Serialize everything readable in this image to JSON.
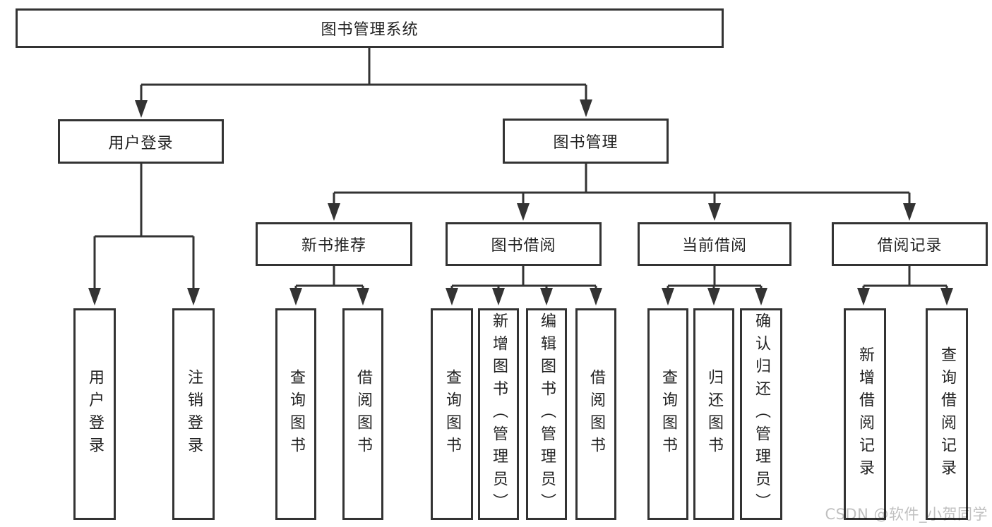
{
  "root": {
    "label": "图书管理系统"
  },
  "level2": {
    "user_login": {
      "label": "用户登录"
    },
    "book_management": {
      "label": "图书管理"
    }
  },
  "level3": {
    "new_book_recommend": {
      "label": "新书推荐"
    },
    "book_borrowing": {
      "label": "图书借阅"
    },
    "current_borrowing": {
      "label": "当前借阅"
    },
    "borrowing_records": {
      "label": "借阅记录"
    }
  },
  "leaves": {
    "user_login": [
      "用户登录",
      "注销登录"
    ],
    "new_book_recommend": [
      "查询图书",
      "借阅图书"
    ],
    "book_borrowing": [
      "查询图书",
      "新增图书（管理员）",
      "编辑图书（管理员）",
      "借阅图书"
    ],
    "current_borrowing": [
      "查询图书",
      "归还图书",
      "确认归还（管理员）"
    ],
    "borrowing_records": [
      "新增借阅记录",
      "查询借阅记录"
    ]
  },
  "watermark": "CSDN @软件_小贺同学",
  "colors": {
    "line": "#333333",
    "border": "#333333",
    "fill": "#ffffff",
    "text": "#222222",
    "watermark": "#c0c0c0"
  }
}
